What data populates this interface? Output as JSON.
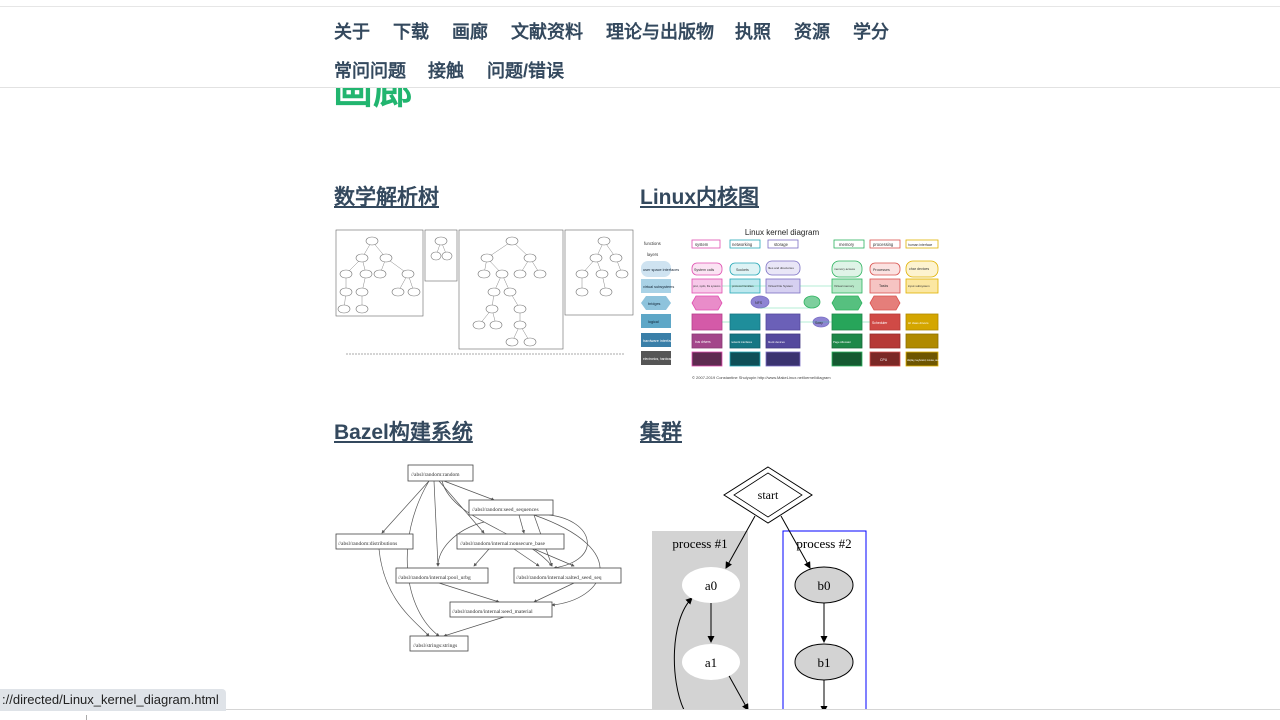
{
  "nav": {
    "items": [
      "关于",
      "下载",
      "画廊",
      "文献资料",
      "理论与出版物",
      "执照",
      "资源",
      "学分",
      "常问问题",
      "接触",
      "问题/错误"
    ]
  },
  "page": {
    "title": "画廊"
  },
  "gallery": [
    {
      "title": "数学解析树"
    },
    {
      "title": "Linux内核图"
    },
    {
      "title": "Bazel构建系统"
    },
    {
      "title": "集群"
    }
  ],
  "kernel_diagram": {
    "title": "Linux kernel diagram",
    "headers": [
      "functions",
      "system",
      "networking",
      "storage",
      "memory",
      "processing",
      "human interface"
    ],
    "row_labels": [
      "layers",
      "user space interfaces",
      "virtual subsystems",
      "bridges",
      "logical",
      "hardware interfaces",
      "electronics, hardware"
    ],
    "cells": [
      "System calls",
      "Sockets",
      "files and directories",
      "memory access",
      "Processes",
      "char devices",
      "proc, sysfs, file systems",
      "protocol families",
      "Virtual File System",
      "Virtual memory",
      "Tasks",
      "input subsystem",
      "NFS",
      "Swap",
      "Scheduler",
      "HI class drivers",
      "bus drivers",
      "network interfaces",
      "block devices",
      "Page Allocator",
      "CPU",
      "display, keyboard, mouse, audio"
    ],
    "copyright": "© 2007-2019 Constantine Shulyupin http://www.MakeLinux.net/kernel/diagram"
  },
  "bazel_graph": {
    "nodes": [
      "//absl/random:random",
      "//absl/random:seed_sequences",
      "//absl/random:distributions",
      "//absl/random/internal:nonsecure_base",
      "//absl/random/internal:pool_urbg",
      "//absl/random/internal:salted_seed_seq",
      "//absl/random/internal:seed_material",
      "//absl/strings:strings"
    ]
  },
  "cluster_graph": {
    "start": "start",
    "clusters": [
      {
        "label": "process #1",
        "nodes": [
          "a0",
          "a1"
        ],
        "fill": "#d3d3d3"
      },
      {
        "label": "process #2",
        "nodes": [
          "b0",
          "b1"
        ],
        "border": "#0000ff"
      }
    ]
  },
  "status_bar": {
    "url": "://directed/Linux_kernel_diagram.html"
  },
  "colors": {
    "nav_text": "#34495e",
    "title_green": "#21b56f",
    "link": "#34495e"
  }
}
